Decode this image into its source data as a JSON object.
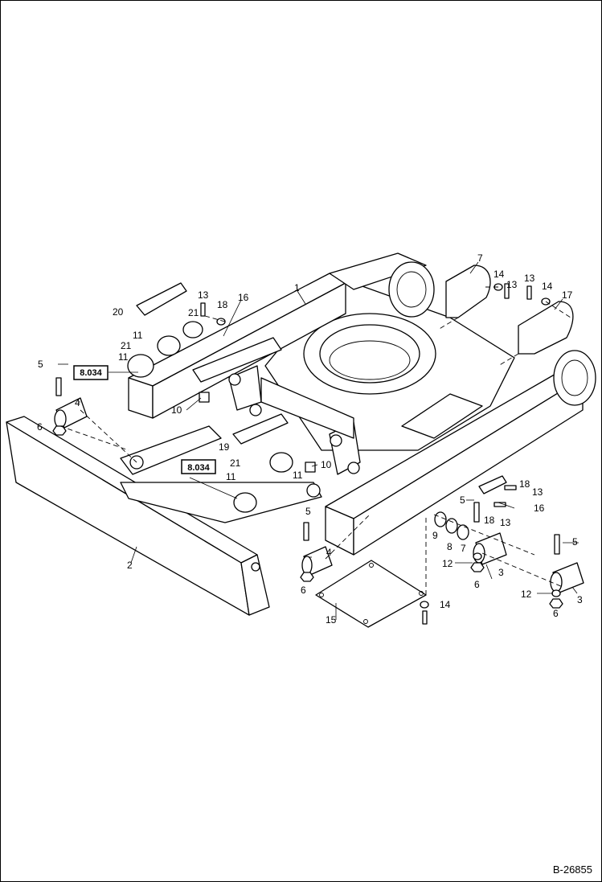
{
  "figure": {
    "id": "B-26855"
  },
  "ref_boxes": [
    {
      "key": "ref_upper",
      "text": "8.034"
    },
    {
      "key": "ref_lower",
      "text": "8.034"
    }
  ],
  "callouts": [
    {
      "n": "1"
    },
    {
      "n": "2"
    },
    {
      "n": "3"
    },
    {
      "n": "3"
    },
    {
      "n": "4"
    },
    {
      "n": "4"
    },
    {
      "n": "5"
    },
    {
      "n": "5"
    },
    {
      "n": "5"
    },
    {
      "n": "5"
    },
    {
      "n": "6"
    },
    {
      "n": "6"
    },
    {
      "n": "6"
    },
    {
      "n": "6"
    },
    {
      "n": "7"
    },
    {
      "n": "7"
    },
    {
      "n": "8"
    },
    {
      "n": "9"
    },
    {
      "n": "10"
    },
    {
      "n": "10"
    },
    {
      "n": "11"
    },
    {
      "n": "11"
    },
    {
      "n": "11"
    },
    {
      "n": "11"
    },
    {
      "n": "12"
    },
    {
      "n": "12"
    },
    {
      "n": "13"
    },
    {
      "n": "13"
    },
    {
      "n": "13"
    },
    {
      "n": "13"
    },
    {
      "n": "13"
    },
    {
      "n": "14"
    },
    {
      "n": "14"
    },
    {
      "n": "14"
    },
    {
      "n": "15"
    },
    {
      "n": "16"
    },
    {
      "n": "16"
    },
    {
      "n": "17"
    },
    {
      "n": "18"
    },
    {
      "n": "18"
    },
    {
      "n": "18"
    },
    {
      "n": "19"
    },
    {
      "n": "20"
    },
    {
      "n": "21"
    },
    {
      "n": "21"
    },
    {
      "n": "21"
    }
  ]
}
